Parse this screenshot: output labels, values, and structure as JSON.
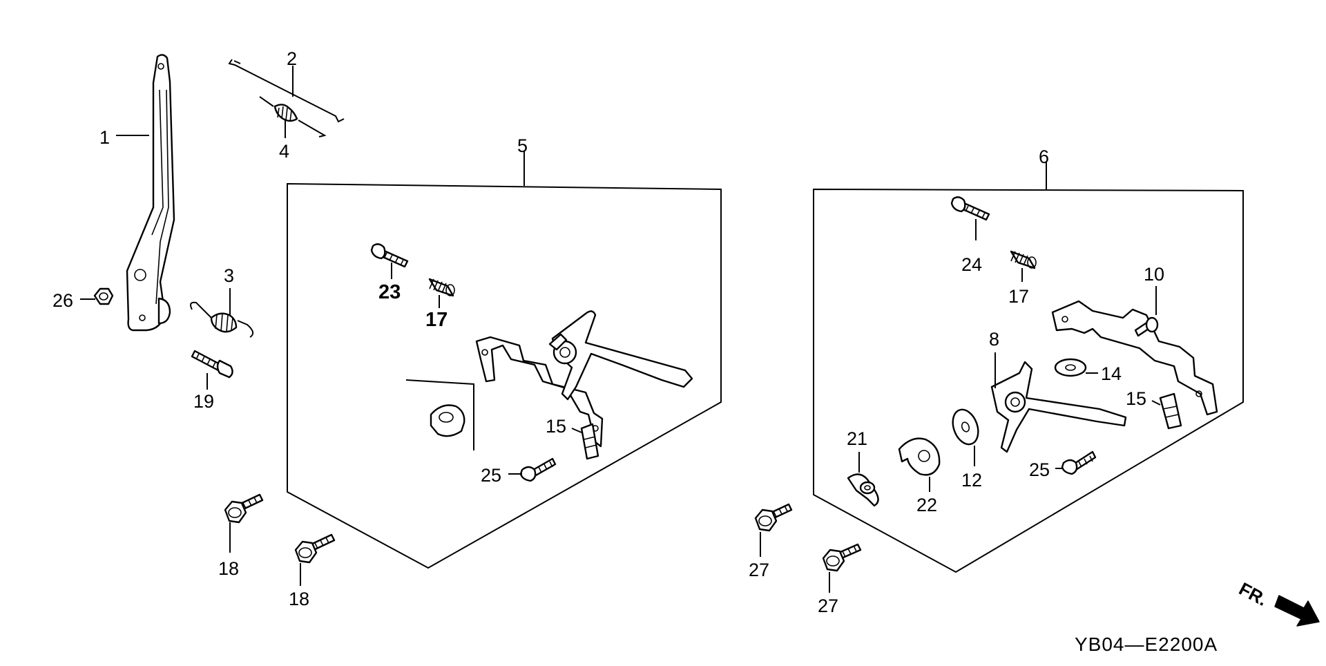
{
  "diagram": {
    "drawing_code": "YB04—E2200A",
    "front_indicator": "FR.",
    "groups": [
      {
        "name": "assembly-5",
        "label": "5"
      },
      {
        "name": "assembly-6",
        "label": "6"
      }
    ],
    "callouts": {
      "c1": "1",
      "c2": "2",
      "c3": "3",
      "c4": "4",
      "c5": "5",
      "c6": "6",
      "c8": "8",
      "c10": "10",
      "c12": "12",
      "c14": "14",
      "c15a": "15",
      "c15b": "15",
      "c17a": "17",
      "c17b": "17",
      "c18a": "18",
      "c18b": "18",
      "c19": "19",
      "c21": "21",
      "c22": "22",
      "c23": "23",
      "c24": "24",
      "c25a": "25",
      "c25b": "25",
      "c26": "26",
      "c27a": "27",
      "c27b": "27"
    }
  }
}
